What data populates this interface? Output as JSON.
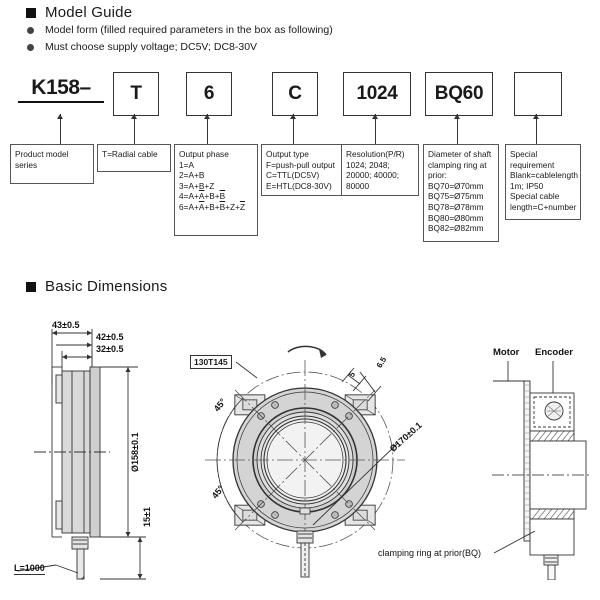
{
  "sections": {
    "model_guide": {
      "title": "Model Guide",
      "bullets": [
        "Model form (filled required parameters in the box as following)",
        "Must choose supply voltage;  DC5V; DC8-30V"
      ]
    },
    "basic_dimensions": {
      "title": "Basic Dimensions"
    }
  },
  "model_code": {
    "series": "K158–",
    "fields": [
      {
        "value": "T"
      },
      {
        "value": "6"
      },
      {
        "value": "C"
      },
      {
        "value": "1024"
      },
      {
        "value": "BQ60"
      },
      {
        "value": ""
      }
    ]
  },
  "descriptions": [
    {
      "id": "product-model-series",
      "text": "Product model\nseries"
    },
    {
      "id": "cable-type",
      "text": "T=Radial cable"
    },
    {
      "id": "output-phase",
      "title": "Output phase",
      "lines_html": "1=A\n2=A+B\n3=A+B+Z\n4=A+<o>A</o>+B+<o>B</o>\n6=A+<o>A</o>+B+<o>B</o>+Z+<o>Z</o>"
    },
    {
      "id": "output-type",
      "text": "Output type\nF=push-pull output\nC=TTL(DC5V)\nE=HTL(DC8-30V)"
    },
    {
      "id": "resolution",
      "text": "Resolution(P/R)\n1024;        2048;\n20000;     40000;\n80000"
    },
    {
      "id": "shaft-clamping-diameter",
      "text": "Diameter of shaft\nclamping ring at\nprior:\nBQ70=Ø70mm\nBQ75=Ø75mm\nBQ78=Ø78mm\nBQ80=Ø80mm\nBQ82=Ø82mm"
    },
    {
      "id": "special-requirement",
      "text": "Special\nrequirement\nBlank=cablelength\n        1m; IP50\nSpecial cable\nlength=C+number"
    }
  ],
  "drawings": {
    "side_view": {
      "dims": [
        {
          "id": "width-43",
          "label": "43±0.5"
        },
        {
          "id": "width-42",
          "label": "42±0.5"
        },
        {
          "id": "width-32",
          "label": "32±0.5"
        },
        {
          "id": "diameter-158",
          "label": "Ø158±0.1"
        },
        {
          "id": "height-15",
          "label": "15±1"
        },
        {
          "id": "cable-length",
          "label": "L=1000"
        }
      ]
    },
    "front_view": {
      "tag": "130T145",
      "dims": [
        {
          "id": "angle-top",
          "label": "45°"
        },
        {
          "id": "angle-bottom",
          "label": "45°"
        },
        {
          "id": "slot-5",
          "label": "5"
        },
        {
          "id": "slot-65",
          "label": "6.5"
        },
        {
          "id": "diameter-170",
          "label": "Ø170±0.1"
        }
      ],
      "note": "clamping ring at prior(BQ)"
    },
    "mount_view": {
      "labels": [
        {
          "id": "motor",
          "label": "Motor"
        },
        {
          "id": "encoder",
          "label": "Encoder"
        }
      ]
    }
  },
  "colors": {
    "line": "#333333",
    "fill_body": "#d9d9d9",
    "fill_light": "#eeeeee",
    "text": "#1a1a1a"
  }
}
